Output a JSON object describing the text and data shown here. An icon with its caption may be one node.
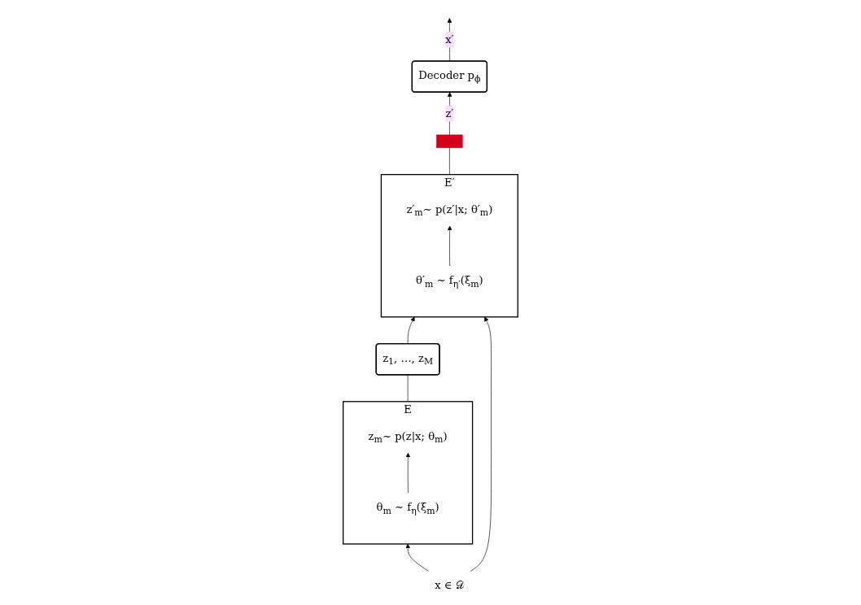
{
  "diagram": {
    "nodes": [
      {
        "text": [
          "E"
        ]
      },
      {
        "text": [
          "z$_{m}$∼ p(z|x; θ$_{m}$)"
        ],
        "in": 0
      },
      {
        "text": [
          "θ$_{m}$ ∼ f$_{η}$(ξ$_{m}$)"
        ],
        "in": 0
      },
      {
        "text": [
          "z$_{1}$, …, z$_{M}$"
        ]
      },
      {
        "text": [
          "E′"
        ]
      },
      {
        "text": [
          "z′$_{m}$∼ p(z′|x; θ′$_{m}$)"
        ],
        "in": 4
      },
      {
        "text": [
          "θ′$_{m}$ ∼ f$_{η′}$(ξ$_{m}$)"
        ],
        "in": 4
      },
      {
        "text": [
          "Decoder p$_{ϕ}$"
        ]
      },
      {
        "text": [
          "x ∈ 𝒟"
        ]
      },
      {
        "text": [],
        "shape": "bar"
      }
    ],
    "edges": [
      {
        "from": 2,
        "to": 1,
        "arrow": "to"
      },
      {
        "from": 6,
        "to": 5,
        "arrow": "to"
      },
      {
        "from": 0,
        "to": 3,
        "arrow": "none"
      },
      {
        "from": 3,
        "to": 4,
        "arrow": "to"
      },
      {
        "from": 8,
        "to": 0,
        "arrow": "to"
      },
      {
        "from": 8,
        "to": 4,
        "arrow": "to"
      },
      {
        "from": 4,
        "to": 9,
        "arrow": "none"
      },
      {
        "from": 9,
        "to": 7,
        "arrow": "to",
        "label": "z′"
      },
      {
        "from": 7,
        "to": null,
        "arrow": "to",
        "label": "x′"
      }
    ]
  }
}
